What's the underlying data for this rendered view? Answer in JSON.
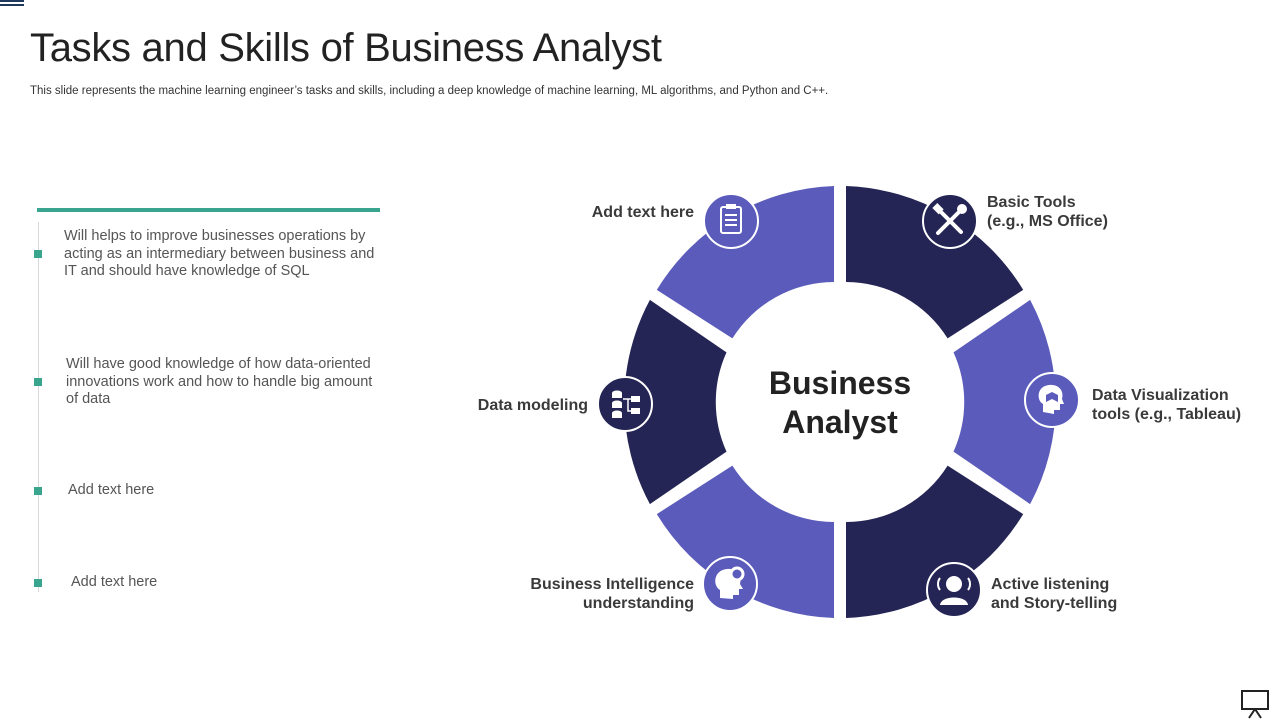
{
  "slide": {
    "title": "Tasks and Skills of Business Analyst",
    "subtitle": "This slide represents the machine learning engineer’s tasks and skills, including a deep knowledge of machine learning, ML algorithms, and Python and C++."
  },
  "left_list": {
    "items": [
      "Will helps to improve businesses operations by acting as an intermediary between business and IT and should have knowledge of SQL",
      "Will have good knowledge of how data-oriented innovations work and how to handle big amount of data",
      "Add text here",
      "Add text here"
    ]
  },
  "wheel": {
    "center_line1": "Business",
    "center_line2": "Analyst",
    "segments": [
      {
        "line1": "Basic Tools",
        "line2": "(e.g., MS Office)",
        "icon": "tools-icon",
        "color": "#252555"
      },
      {
        "line1": "Data Visualization",
        "line2": "tools (e.g.,  Tableau)",
        "icon": "head-book-icon",
        "color": "#5b5bbb"
      },
      {
        "line1": "Active listening",
        "line2": "and Story-telling",
        "icon": "listening-person-icon",
        "color": "#252555"
      },
      {
        "line1": "Business Intelligence",
        "line2": "understanding",
        "icon": "head-gear-icon",
        "color": "#5b5bbb"
      },
      {
        "line1": "Data modeling",
        "line2": "",
        "icon": "database-flow-icon",
        "color": "#252555"
      },
      {
        "line1": "Add text here",
        "line2": "",
        "icon": "clipboard-icon",
        "color": "#5b5bbb"
      }
    ]
  },
  "colors": {
    "dark": "#252555",
    "light": "#5b5bbb",
    "accent": "#3aa58f"
  }
}
